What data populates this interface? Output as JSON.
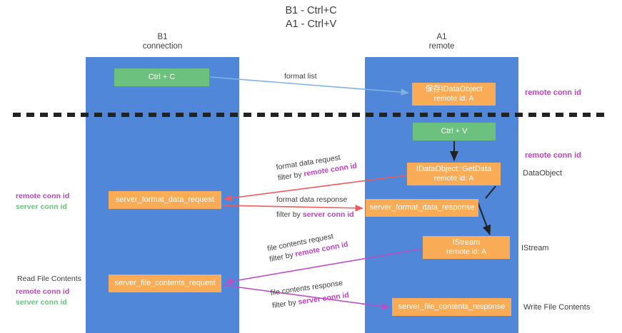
{
  "title": {
    "line1": "B1 - Ctrl+C",
    "line2": "A1 - Ctrl+V"
  },
  "lanes": [
    {
      "id": "b1",
      "title": "B1",
      "subtitle": "connection",
      "color": "#5087d8"
    },
    {
      "id": "a1",
      "title": "A1",
      "subtitle": "remote",
      "color": "#5087d8"
    }
  ],
  "colors": {
    "lane_blue": "#5087d8",
    "node_green": "#6cc17e",
    "node_orange": "#f9ab55",
    "highlight_purple": "#c13fc1",
    "highlight_green": "#6cc17e",
    "arrow_blue": "#7fb2e5",
    "arrow_red": "#ef5a5a",
    "arrow_magenta": "#bd4fc4",
    "arrow_black": "#222222",
    "divider": "#222222"
  },
  "nodes": {
    "ctrl_c": {
      "label": "Ctrl + C",
      "type": "green"
    },
    "ctrl_v": {
      "label": "Ctrl + V",
      "type": "green"
    },
    "save_idataobject": {
      "line1": "保存IDataObject",
      "line2": "remote id: A",
      "type": "orange"
    },
    "getdata": {
      "line1": "IDataObject::GetData",
      "line2": "remote id: A",
      "type": "orange"
    },
    "istream": {
      "line1": "IStream",
      "line2": "remote id: A",
      "type": "orange"
    },
    "server_format_data_request": {
      "label": "server_format_data_request",
      "type": "orange"
    },
    "server_format_data_response": {
      "label": "server_format_data_response",
      "type": "orange"
    },
    "server_file_contents_request": {
      "label": "server_file_contents_request",
      "type": "orange"
    },
    "server_file_contents_response": {
      "label": "server_file_contents_response",
      "type": "orange"
    }
  },
  "edges": {
    "format_list": {
      "label": "format list"
    },
    "format_data_request": {
      "line1": "format data request",
      "filter_prefix": "filter by ",
      "filter_value": "remote conn id"
    },
    "format_data_response": {
      "line1": "format data response",
      "filter_prefix": "filter by ",
      "filter_value": "server conn id"
    },
    "file_contents_request": {
      "line1": "file contents request",
      "filter_prefix": "filter by ",
      "filter_value": "remote conn id"
    },
    "file_contents_response": {
      "line1": "file contents response",
      "filter_prefix": "filter by ",
      "filter_value": "server conn id"
    }
  },
  "annotations": {
    "right_top_remote_conn_id": "remote conn id",
    "right_mid_remote_conn_id": "remote conn id",
    "right_dataobject": "DataObject",
    "right_istream": "IStream",
    "right_write_file_contents": "Write File Contents",
    "left_mid_remote_conn_id": "remote conn id",
    "left_mid_server_conn_id": "server conn id",
    "left_read_file_contents": "Read File Contents",
    "left_bottom_remote_conn_id": "remote conn id",
    "left_bottom_server_conn_id": "server conn id"
  }
}
